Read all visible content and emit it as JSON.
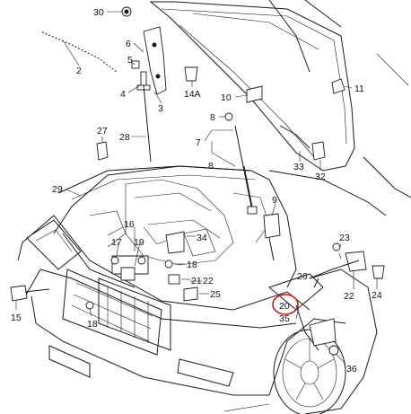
{
  "diagram": {
    "highlight_color": "#c41a1a",
    "highlighted_part": "20",
    "callouts": {
      "p30": "30",
      "p6": "6",
      "p5": "5",
      "p2": "2",
      "p4": "4",
      "p14a": "14A",
      "p3": "3",
      "p10": "10",
      "p11": "11",
      "p8a": "8",
      "p7": "7",
      "p8b": "8",
      "p27": "27",
      "p28": "28",
      "p33": "33",
      "p32": "32",
      "p29": "29",
      "p9": "9",
      "p16": "16",
      "p17": "17",
      "p19": "19",
      "p34": "34",
      "p18a": "18",
      "p21": "21",
      "p22a": "22",
      "p25": "25",
      "p23": "23",
      "p26": "26",
      "p22b": "22",
      "p24": "24",
      "p15": "15",
      "p18b": "18",
      "p20": "20",
      "p35": "35",
      "p36": "36"
    }
  }
}
